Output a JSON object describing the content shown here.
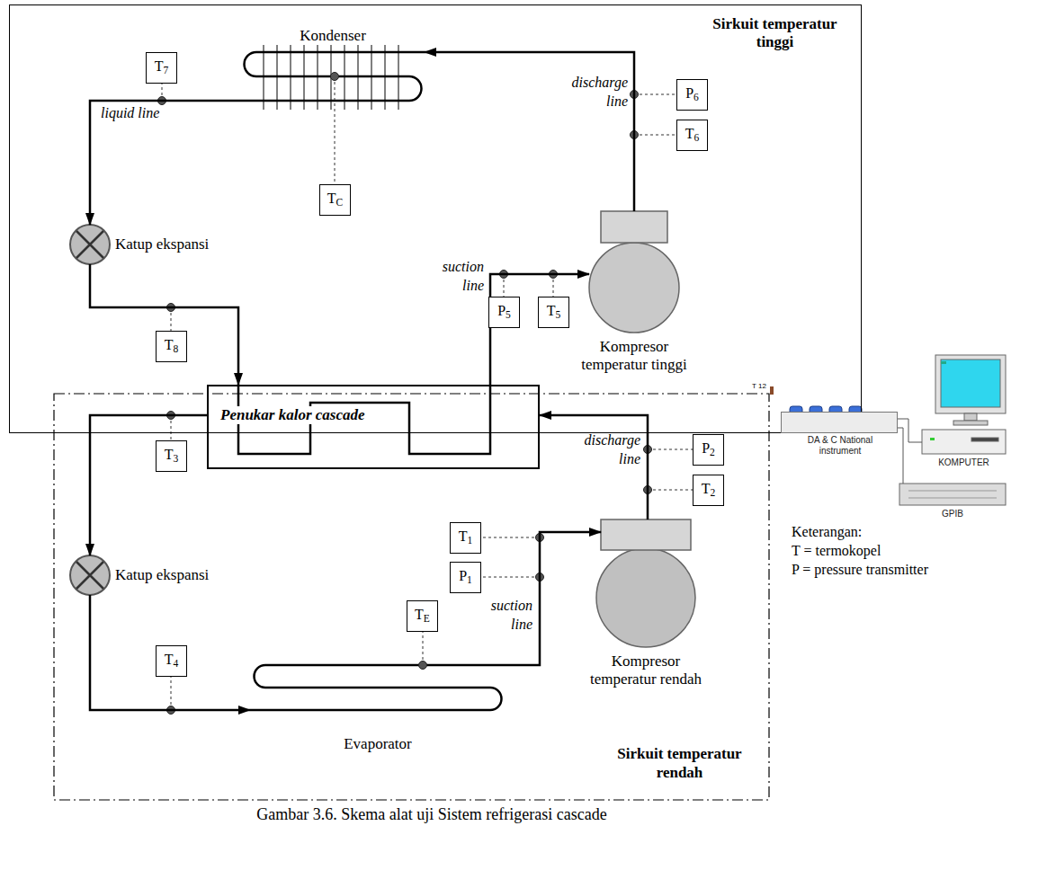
{
  "diagram": {
    "caption": "Gambar 3.6. Skema alat uji Sistem refrigerasi cascade",
    "nodes": [
      {
        "text": [
          "Sirkuit temperatur tinggi"
        ]
      },
      {
        "text": [
          "Kondenser"
        ],
        "in": 0
      },
      {
        "text": [
          "T7"
        ],
        "in": 0
      },
      {
        "text": [
          "TC"
        ],
        "in": 0
      },
      {
        "text": [
          "P6"
        ],
        "in": 0
      },
      {
        "text": [
          "T6"
        ],
        "in": 0
      },
      {
        "text": [
          "Katup ekspansi"
        ],
        "in": 0
      },
      {
        "text": [
          "P5"
        ],
        "in": 0
      },
      {
        "text": [
          "T5"
        ],
        "in": 0
      },
      {
        "text": [
          "Kompresor temperatur tinggi"
        ],
        "in": 0
      },
      {
        "text": [
          "T8"
        ],
        "in": 0
      },
      {
        "text": [
          "Sirkuit temperatur rendah"
        ]
      },
      {
        "text": [
          "Penukar kalor cascade"
        ]
      },
      {
        "text": [
          "T3"
        ],
        "in": 11
      },
      {
        "text": [
          "P2"
        ],
        "in": 11
      },
      {
        "text": [
          "T2"
        ],
        "in": 11
      },
      {
        "text": [
          "Katup ekspansi"
        ],
        "in": 11
      },
      {
        "text": [
          "T1"
        ],
        "in": 11
      },
      {
        "text": [
          "P1"
        ],
        "in": 11
      },
      {
        "text": [
          "TE"
        ],
        "in": 11
      },
      {
        "text": [
          "T4"
        ],
        "in": 11
      },
      {
        "text": [
          "Kompresor temperatur rendah"
        ],
        "in": 11
      },
      {
        "text": [
          "Evaporator"
        ],
        "in": 11
      },
      {
        "text": [
          "DA & C National instrument"
        ]
      },
      {
        "text": [
          "KOMPUTER"
        ]
      },
      {
        "text": [
          "GPIB"
        ]
      }
    ],
    "edges": [
      {
        "from": 9,
        "to": 1,
        "arrow": "to"
      },
      {
        "from": 1,
        "to": 6,
        "arrow": "to"
      },
      {
        "from": 6,
        "to": 12,
        "arrow": "to"
      },
      {
        "from": 12,
        "to": 9,
        "arrow": "to"
      },
      {
        "from": 21,
        "to": 12,
        "arrow": "to"
      },
      {
        "from": 12,
        "to": 16,
        "arrow": "to"
      },
      {
        "from": 16,
        "to": 22,
        "arrow": "to"
      },
      {
        "from": 22,
        "to": 21,
        "arrow": "to"
      },
      {
        "from": 23,
        "to": 24,
        "arrow": "none"
      },
      {
        "from": 23,
        "to": 25,
        "arrow": "none"
      }
    ],
    "labels": [
      "liquid line",
      "discharge line",
      "suction line",
      "discharge line",
      "suction line",
      "Keterangan:",
      "T = termokopel",
      "P = pressure transmitter",
      "T 12"
    ]
  }
}
